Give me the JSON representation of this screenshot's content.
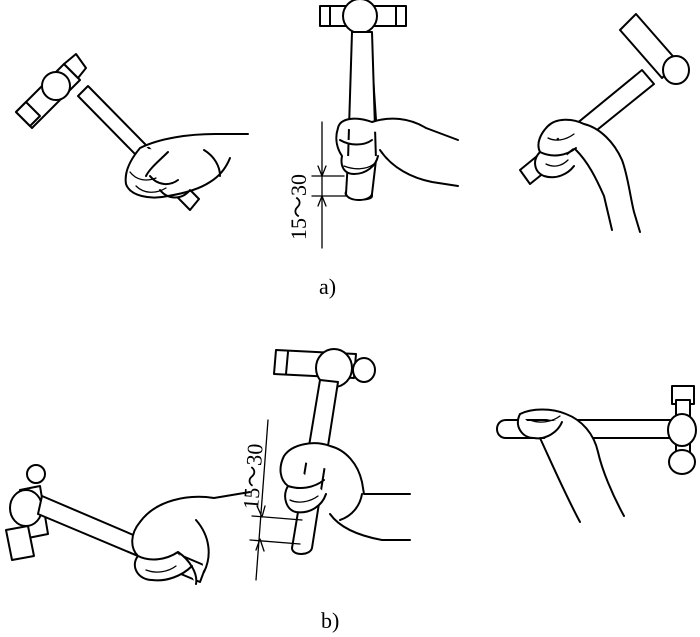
{
  "panel_a": {
    "label": "a)",
    "dimension_text": "15～30"
  },
  "panel_b": {
    "label": "b)",
    "dimension_text": "15～30"
  }
}
